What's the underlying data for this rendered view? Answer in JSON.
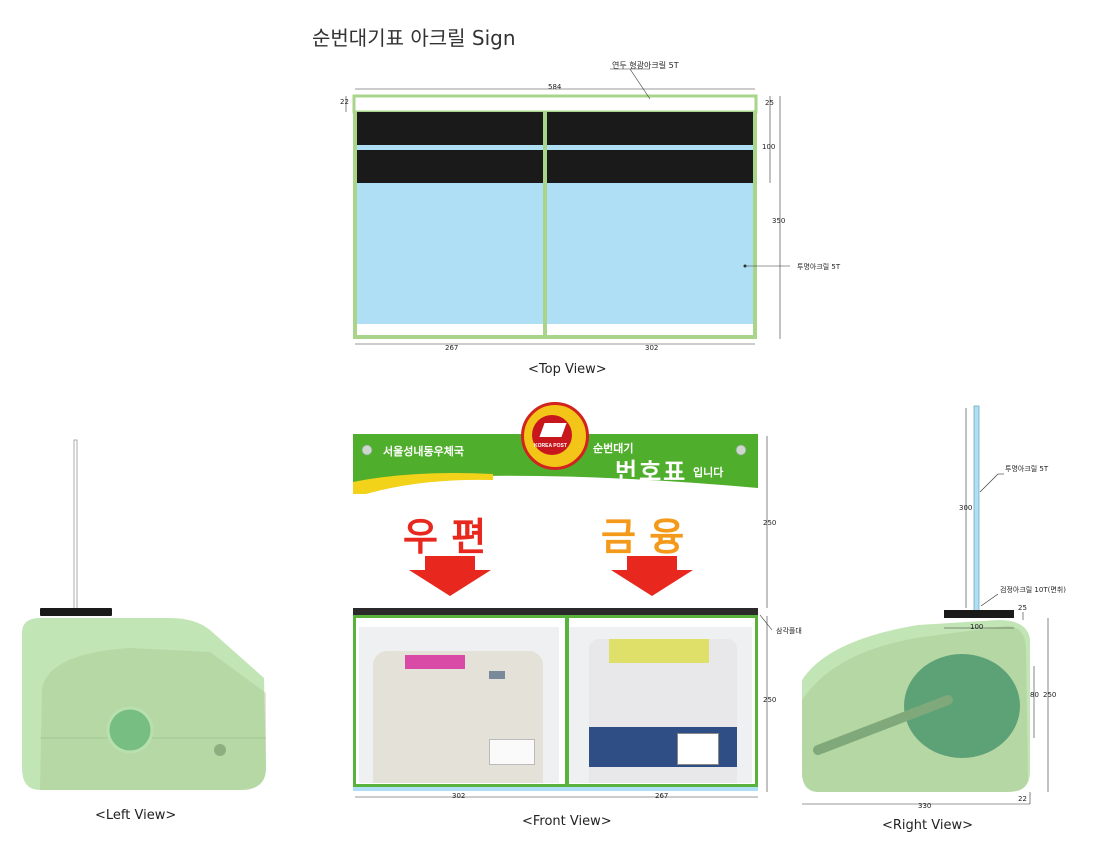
{
  "title": "순번대기표 아크릴 Sign",
  "captions": {
    "top": "<Top View>",
    "left": "<Left View>",
    "front": "<Front View>",
    "right": "<Right View>"
  },
  "top_view": {
    "label_top": "연두 형광아크릴 5T",
    "label_right": "투명아크릴 5T",
    "dims": {
      "width": "584",
      "left_22": "22",
      "right_25": "25",
      "right_100": "100",
      "right_350": "350",
      "bottom_left": "267",
      "bottom_right": "302"
    }
  },
  "front_view": {
    "banner_left": "서울성내동우체국",
    "banner_right_top": "순번대기",
    "banner_right_big": "번호표",
    "banner_right_small": "입니다",
    "logo_text": "KOREA POST",
    "left_word": "우 편",
    "right_word": "금 융",
    "label_bar": "삼각플대",
    "dims": {
      "upper": "250",
      "lower": "250",
      "bottom_left": "302",
      "bottom_right": "267"
    }
  },
  "right_view": {
    "label_pole": "투명아크릴 5T",
    "label_base": "검정아크릴 10T(면취)",
    "dims": {
      "pole": "300",
      "base_25": "25",
      "base_100": "100",
      "height_80": "80",
      "height_250": "250",
      "width_330": "330",
      "bottom_22": "22"
    }
  },
  "colors": {
    "lime": "#a9d58a",
    "clear_acrylic": "#aedff5",
    "black_band": "#1a1a1a",
    "banner_green": "#4fae2b",
    "red_text": "#e8281e",
    "orange_text": "#f39a1b",
    "shade_green": "#8fd07a"
  }
}
